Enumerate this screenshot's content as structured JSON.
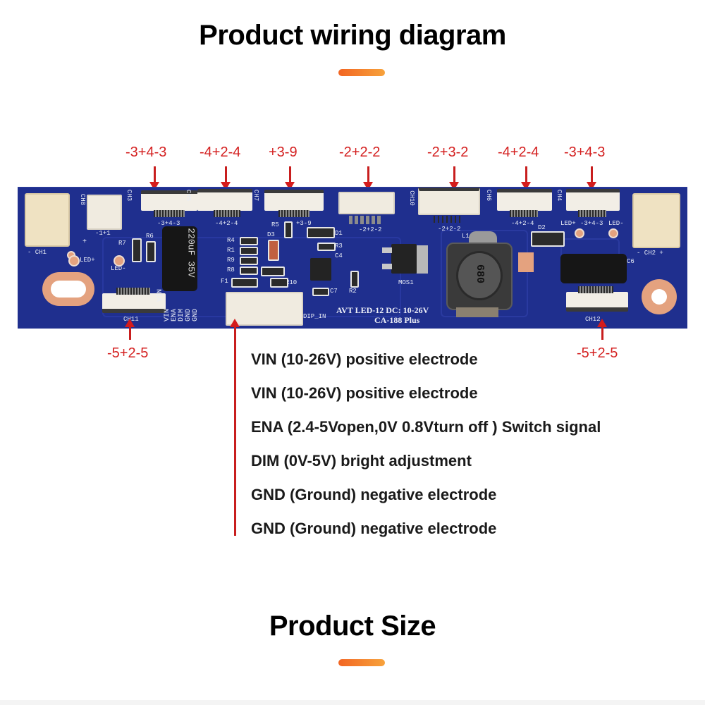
{
  "heading_top": "Product wiring diagram",
  "heading_bottom": "Product Size",
  "colors": {
    "accent_gradient_start": "#f26522",
    "accent_gradient_end": "#f7a23b",
    "callout_red": "#d42020",
    "pcb_blue": "#1f2f8e",
    "text_dark": "#1a1a1a"
  },
  "top_callouts": [
    {
      "label": "-3+4-3"
    },
    {
      "label": "-4+2-4"
    },
    {
      "label": "+3-9"
    },
    {
      "label": "-2+2-2"
    },
    {
      "label": "-2+3-2"
    },
    {
      "label": "-4+2-4"
    },
    {
      "label": "-3+4-3"
    }
  ],
  "bottom_callouts": [
    {
      "label": "-5+2-5"
    },
    {
      "label": "-5+2-5"
    }
  ],
  "board": {
    "model_line1": "AVT LED-12 DC: 10-26V",
    "model_line2": "CA-188 Plus",
    "silkscreen": {
      "ch1": "- CH1",
      "ch2": "- CH2 +",
      "ch8": "CH8",
      "ch3": "CH3",
      "ch5": "CH5",
      "ch7": "CH7",
      "ch10": "CH10",
      "ch6": "CH6",
      "ch4": "CH4",
      "ch11": "CH11",
      "ch12": "CH12",
      "conn_m1p1": "-1+1",
      "conn_a": "-3+4-3",
      "conn_b": "-4+2-4",
      "conn_c": "+3-9",
      "conn_d": "-2+2-2",
      "conn_e": "-2+2-2",
      "conn_f": "-4+2-4",
      "conn_g": "-3+4-3",
      "led_plus": "LED+",
      "led_minus": "LED-",
      "led_plus_r": "LED+",
      "led_minus_r": "LED-",
      "cap_label": "220uF 35V",
      "inductor_label": "680",
      "mos": "MOS1",
      "l1": "L1",
      "d2": "D2",
      "d3": "D3",
      "d1": "D1",
      "r7": "R7",
      "r6": "R6",
      "r5": "R5",
      "r4": "R4",
      "r1": "R1",
      "r9": "R9",
      "r8": "R8",
      "r3": "R3",
      "r10": "R10",
      "r2": "R2",
      "c4": "C4",
      "c7": "C7",
      "c6": "C6",
      "f1": "F1",
      "dip_in": "DIP_IN",
      "pins": [
        "VIN",
        "VIN",
        "ENA",
        "DIM",
        "GND",
        "GND"
      ]
    }
  },
  "pin_descriptions": [
    "VIN (10-26V)  positive electrode",
    "VIN (10-26V)  positive electrode",
    "ENA (2.4-5Vopen,0V 0.8Vturn off ) Switch signal",
    "DIM  (0V-5V)   bright adjustment",
    "GND (Ground) negative electrode",
    "GND (Ground) negative electrode"
  ]
}
